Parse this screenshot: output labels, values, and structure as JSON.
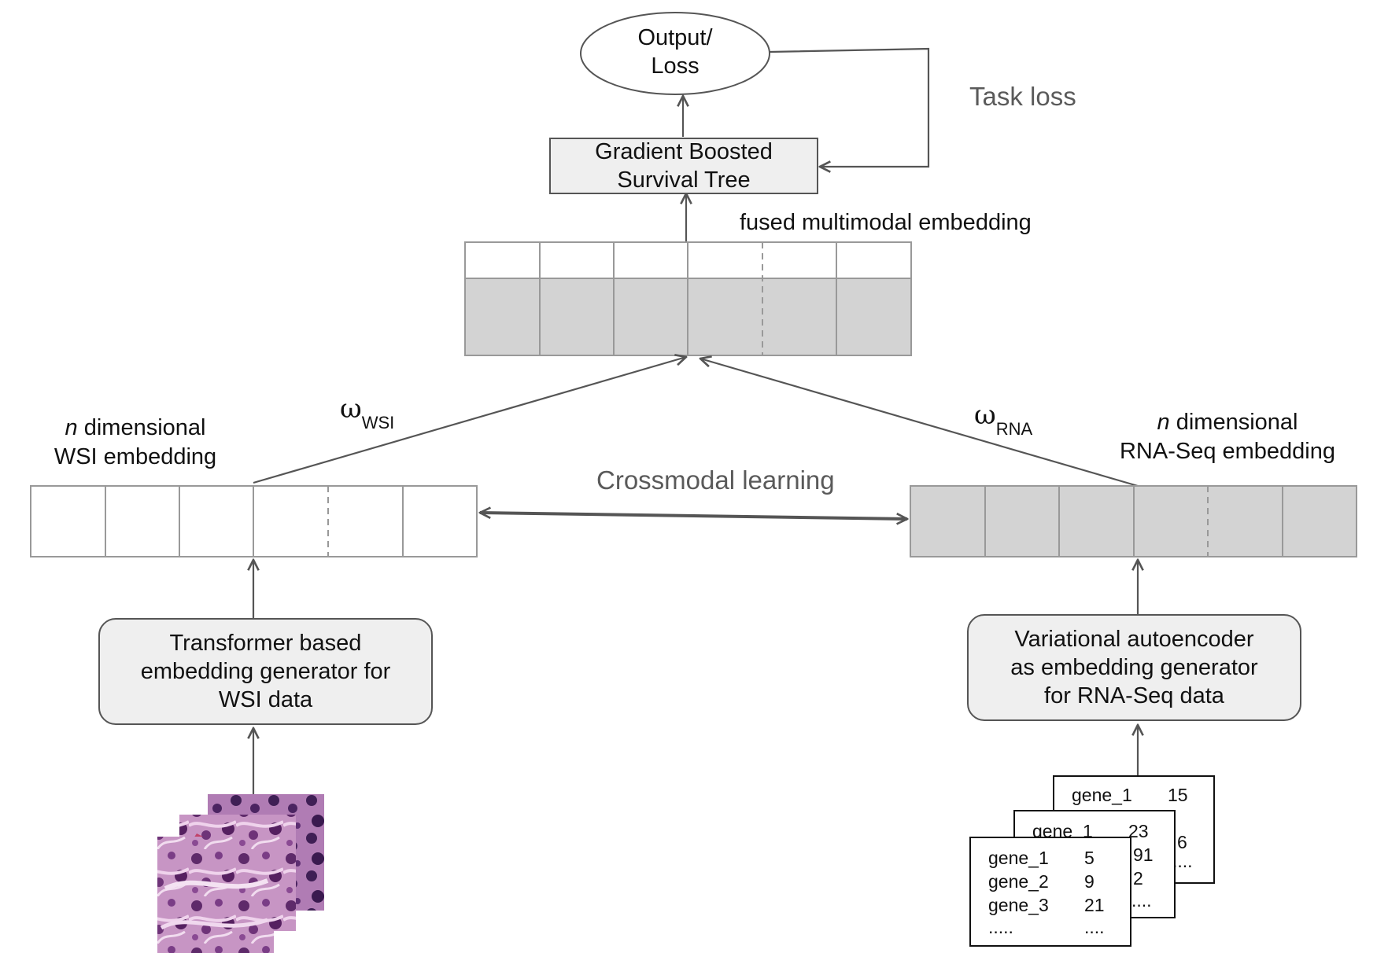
{
  "output": {
    "line1": "Output/",
    "line2": "Loss"
  },
  "task_loss": "Task loss",
  "gbst": {
    "line1": "Gradient Boosted",
    "line2": "Survival Tree"
  },
  "fused_label": "fused multimodal embedding",
  "omega_wsi": {
    "symbol": "ω",
    "sub": "WSI"
  },
  "omega_rna": {
    "symbol": "ω",
    "sub": "RNA"
  },
  "wsi_embedding": {
    "n": "n",
    "line1": " dimensional",
    "line2": "WSI embedding"
  },
  "rna_embedding": {
    "n": "n",
    "line1": " dimensional",
    "line2": "RNA-Seq embedding"
  },
  "crossmodal": "Crossmodal learning",
  "transformer": {
    "line1": "Transformer based",
    "line2": "embedding generator for",
    "line3": "WSI data"
  },
  "vae": {
    "line1": "Variational autoencoder",
    "line2": "as embedding generator",
    "line3": "for RNA-Seq data"
  },
  "rna_cards": {
    "back": {
      "gene": "gene_1",
      "value": "15",
      "partial": "6",
      "dots": "...."
    },
    "middle": {
      "gene": "gene_1",
      "value": "23",
      "partial1": "91",
      "partial2": "2",
      "dots": "...."
    },
    "front": [
      {
        "gene": "gene_1",
        "value": "5"
      },
      {
        "gene": "gene_2",
        "value": "9"
      },
      {
        "gene": "gene_3",
        "value": "21"
      },
      {
        "gene": ".....",
        "value": "...."
      }
    ]
  },
  "colors": {
    "line": "#555555",
    "grey_fill": "#d3d3d3",
    "box_fill": "#efefef",
    "tissue": "#b77fb6",
    "tissue_dark": "#5e2a6a",
    "tissue_red": "#c0355a"
  }
}
